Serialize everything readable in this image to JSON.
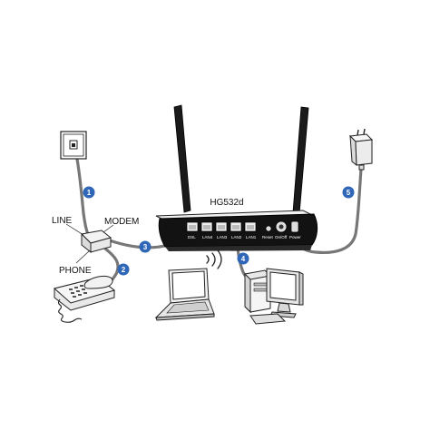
{
  "router": {
    "model": "HG532d",
    "ports": [
      "DSL",
      "LAN4",
      "LAN3",
      "LAN2",
      "LAN1"
    ],
    "reset_label": "Reset",
    "onoff_label": "On/Off",
    "power_label": "Power"
  },
  "splitter": {
    "line_label": "LINE",
    "modem_label": "MODEM",
    "phone_label": "PHONE"
  },
  "steps": [
    "1",
    "2",
    "3",
    "4",
    "5"
  ],
  "colors": {
    "badge": "#2f66b8",
    "cable": "#777777",
    "outline": "#222222",
    "router_body": "#111111"
  }
}
